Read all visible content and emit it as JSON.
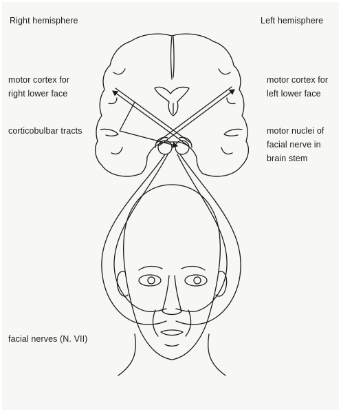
{
  "labels": {
    "right_hemisphere": "Right hemisphere",
    "left_hemisphere": "Left hemisphere",
    "motor_cortex_right": "motor cortex for\nright lower face",
    "motor_cortex_left": "motor cortex for\nleft lower face",
    "corticobulbar": "corticobulbar tracts",
    "motor_nuclei": "motor nuclei of\nfacial nerve in\nbrain stem",
    "facial_nerves": "facial nerves (N. VII)"
  },
  "colors": {
    "line": "#1a1a1a",
    "background": "#f7f7f5"
  }
}
